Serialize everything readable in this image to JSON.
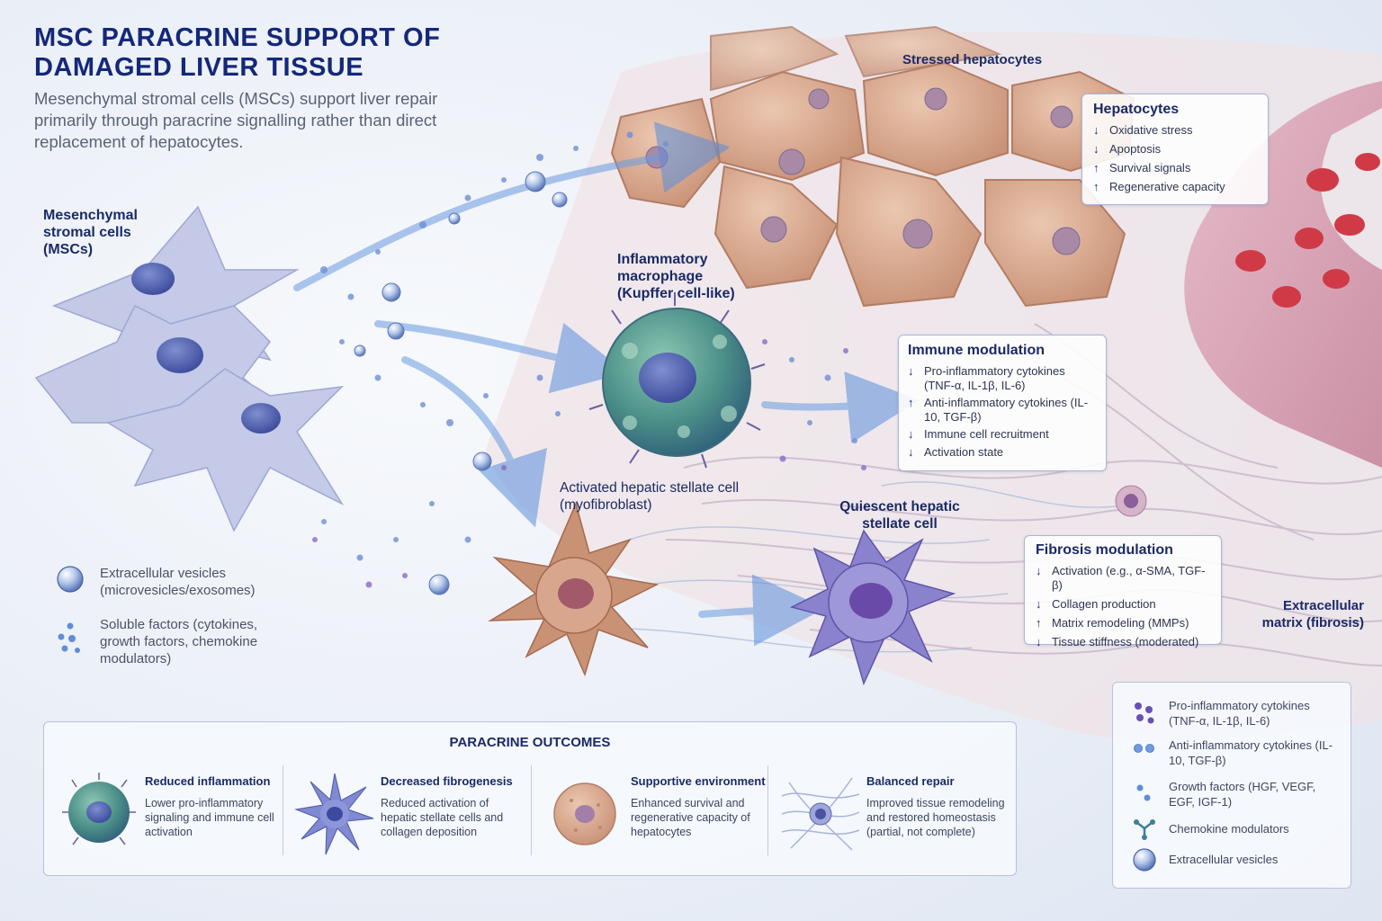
{
  "title": "MSC PARACRINE SUPPORT OF DAMAGED LIVER TISSUE",
  "subtitle": "Mesenchymal stromal cells (MSCs) support liver repair primarily through paracrine signalling rather than direct replacement of hepatocytes.",
  "labels": {
    "mscs": "Mesenchymal stromal cells (MSCs)",
    "stressed_hepatocytes": "Stressed hepatocytes",
    "macrophage": "Inflammatory macrophage (Kupffer cell-like)",
    "activated_hsc": "Activated hepatic stellate cell (myofibroblast)",
    "quiescent_hsc": "Quiescent hepatic stellate cell",
    "ecm": "Extracellular matrix (fibrosis)"
  },
  "hepatocytes_panel": {
    "heading": "Hepatocytes",
    "items": [
      {
        "arrow": "↓",
        "text": "Oxidative stress"
      },
      {
        "arrow": "↓",
        "text": "Apoptosis"
      },
      {
        "arrow": "↑",
        "text": "Survival signals"
      },
      {
        "arrow": "↑",
        "text": "Regenerative capacity"
      }
    ]
  },
  "immune_panel": {
    "heading": "Immune modulation",
    "items": [
      {
        "arrow": "↓",
        "text": "Pro-inflammatory cytokines (TNF-α, IL-1β, IL-6)"
      },
      {
        "arrow": "↑",
        "text": "Anti-inflammatory cytokines (IL-10, TGF-β)"
      },
      {
        "arrow": "↓",
        "text": "Immune cell recruitment"
      },
      {
        "arrow": "↓",
        "text": "Activation state"
      }
    ]
  },
  "fibrosis_panel": {
    "heading": "Fibrosis modulation",
    "items": [
      {
        "arrow": "↓",
        "text": "Activation (e.g., α-SMA, TGF-β)"
      },
      {
        "arrow": "↓",
        "text": "Collagen production"
      },
      {
        "arrow": "↑",
        "text": "Matrix remodeling (MMPs)"
      },
      {
        "arrow": "↓",
        "text": "Tissue stiffness (moderated)"
      }
    ]
  },
  "left_legend": {
    "vesicles": "Extracellular vesicles (microvesicles/exosomes)",
    "soluble": "Soluble factors (cytokines, growth factors, chemokine modulators)"
  },
  "outcomes": {
    "heading": "PARACRINE OUTCOMES",
    "items": [
      {
        "title": "Reduced inflammation",
        "desc": "Lower pro-inflammatory signaling and immune cell activation"
      },
      {
        "title": "Decreased fibrogenesis",
        "desc": "Reduced activation of hepatic stellate cells and collagen deposition"
      },
      {
        "title": "Supportive environment",
        "desc": "Enhanced survival and regenerative capacity of hepatocytes"
      },
      {
        "title": "Balanced repair",
        "desc": "Improved tissue remodeling and restored homeostasis (partial, not complete)"
      }
    ]
  },
  "right_legend": {
    "items": [
      {
        "icon": "purple-dots-icon",
        "text": "Pro-inflammatory cytokines (TNF-α, IL-1β, IL-6)"
      },
      {
        "icon": "blue-dots-icon",
        "text": "Anti-inflammatory cytokines (IL-10, TGF-β)"
      },
      {
        "icon": "small-blue-dots-icon",
        "text": "Growth factors (HGF, VEGF, EGF, IGF-1)"
      },
      {
        "icon": "chemokine-icon",
        "text": "Chemokine modulators"
      },
      {
        "icon": "vesicle-icon",
        "text": "Extracellular vesicles"
      }
    ]
  },
  "colors": {
    "title": "#14287a",
    "arrow": "#5b8fdc",
    "hepatocyte": "#d9a98e",
    "macrophage": "#5f9a8c",
    "activated_hsc": "#c98a6a",
    "quiescent_hsc": "#8077c9",
    "msc": "#8d95cf"
  }
}
